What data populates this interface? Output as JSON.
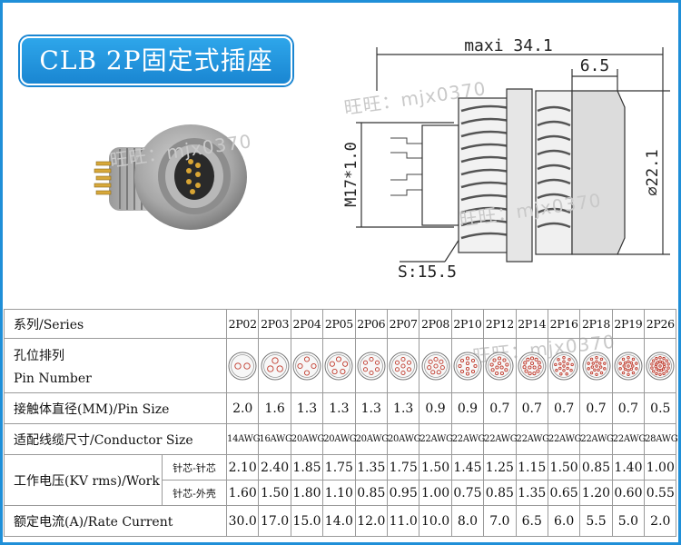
{
  "title": "CLB 2P固定式插座",
  "watermark": "旺旺：mjx0370",
  "drawing": {
    "overall_label": "maxi 34.1",
    "flange_label": "6.5",
    "thread_label": "M17*1.0",
    "diameter_label": "⌀22.1",
    "hex_label": "S:15.5"
  },
  "table": {
    "series_label": "系列/Series",
    "pin_label_cn": "孔位排列",
    "pin_label_en": "Pin Number",
    "pin_size_label": "接触体直径(MM)/Pin Size",
    "conductor_label": "适配线缆尺寸/Conductor Size",
    "voltage_label": "工作电压(KV rms)/Work",
    "pin_pin_label": "针芯-针芯",
    "pin_shell_label": "针芯-外壳",
    "current_label": "额定电流(A)/Rate Current",
    "series": [
      "2P02",
      "2P03",
      "2P04",
      "2P05",
      "2P06",
      "2P07",
      "2P08",
      "2P10",
      "2P12",
      "2P14",
      "2P16",
      "2P18",
      "2P19",
      "2P26"
    ],
    "pin_counts": [
      2,
      3,
      4,
      5,
      6,
      7,
      8,
      10,
      12,
      14,
      16,
      18,
      19,
      26
    ],
    "pin_size": [
      "2.0",
      "1.6",
      "1.3",
      "1.3",
      "1.3",
      "1.3",
      "0.9",
      "0.9",
      "0.7",
      "0.7",
      "0.7",
      "0.7",
      "0.7",
      "0.5"
    ],
    "conductor": [
      "14AWG",
      "16AWG",
      "20AWG",
      "20AWG",
      "20AWG",
      "20AWG",
      "22AWG",
      "22AWG",
      "22AWG",
      "22AWG",
      "22AWG",
      "22AWG",
      "22AWG",
      "28AWG"
    ],
    "pin_pin": [
      "2.10",
      "2.40",
      "1.85",
      "1.75",
      "1.35",
      "1.75",
      "1.50",
      "1.45",
      "1.25",
      "1.15",
      "1.50",
      "0.85",
      "1.40",
      "1.00"
    ],
    "pin_shell": [
      "1.60",
      "1.50",
      "1.80",
      "1.10",
      "0.85",
      "0.95",
      "1.00",
      "0.75",
      "0.85",
      "1.35",
      "0.65",
      "1.20",
      "0.60",
      "0.55"
    ],
    "current": [
      "30.0",
      "17.0",
      "15.0",
      "14.0",
      "12.0",
      "11.0",
      "10.0",
      "8.0",
      "7.0",
      "6.5",
      "6.0",
      "5.5",
      "5.0",
      "2.0"
    ]
  },
  "colors": {
    "badge": "#1a86d2",
    "frame": "#1f8fd8",
    "pin_red": "#c0392b",
    "housing_grey": "#a9a9a9"
  }
}
